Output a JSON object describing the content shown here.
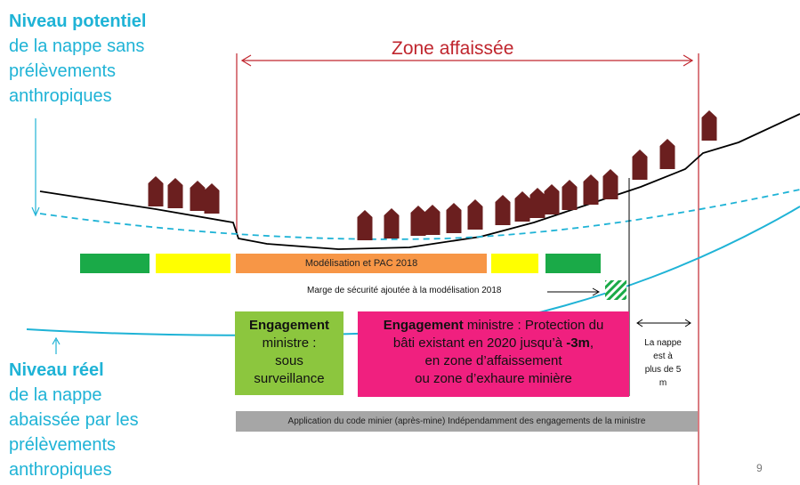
{
  "top_label": {
    "title": "Niveau potentiel",
    "lines": [
      "de la nappe sans",
      "prélèvements",
      "anthropiques"
    ]
  },
  "bottom_label": {
    "title": "Niveau réel",
    "lines": [
      "de la nappe",
      "abaissée par  les",
      "prélèvements",
      "anthropiques"
    ]
  },
  "zone_title": "Zone affaissée",
  "bars": [
    {
      "color": "#1aaa48",
      "text": ""
    },
    {
      "color": "#ffff00",
      "text": ""
    },
    {
      "color": "#f79646",
      "text": "Modélisation et PAC 2018"
    },
    {
      "color": "#ffff00",
      "text": ""
    },
    {
      "color": "#1aaa48",
      "text": ""
    }
  ],
  "marge_label": "Marge de sécurité ajoutée à la modélisation 2018",
  "box_green": {
    "bold": "Engagement",
    "lines": [
      "ministre :",
      "sous",
      "surveillance"
    ]
  },
  "box_pink": {
    "bold": "Engagement",
    "line1_rest": " ministre : Protection du",
    "line2_pre": "bâti existant en 2020 jusqu’à ",
    "line2_bold": "-3m",
    "line2_post": ",",
    "line3": "en zone d’affaissement",
    "line4": "ou zone d’exhaure minière"
  },
  "box_nappe": [
    "La nappe",
    "est à",
    "plus de 5",
    "m"
  ],
  "gray_bar": "Application du code minier (après-mine) Indépendamment des engagements  de la ministre",
  "page_number": "9",
  "colors": {
    "cyan": "#1fb3d6",
    "red": "#c0262e",
    "house": "#6b1f1f",
    "green_box": "#8cc63e",
    "pink_box": "#f0207f",
    "gray_bar": "#a6a6a6"
  }
}
